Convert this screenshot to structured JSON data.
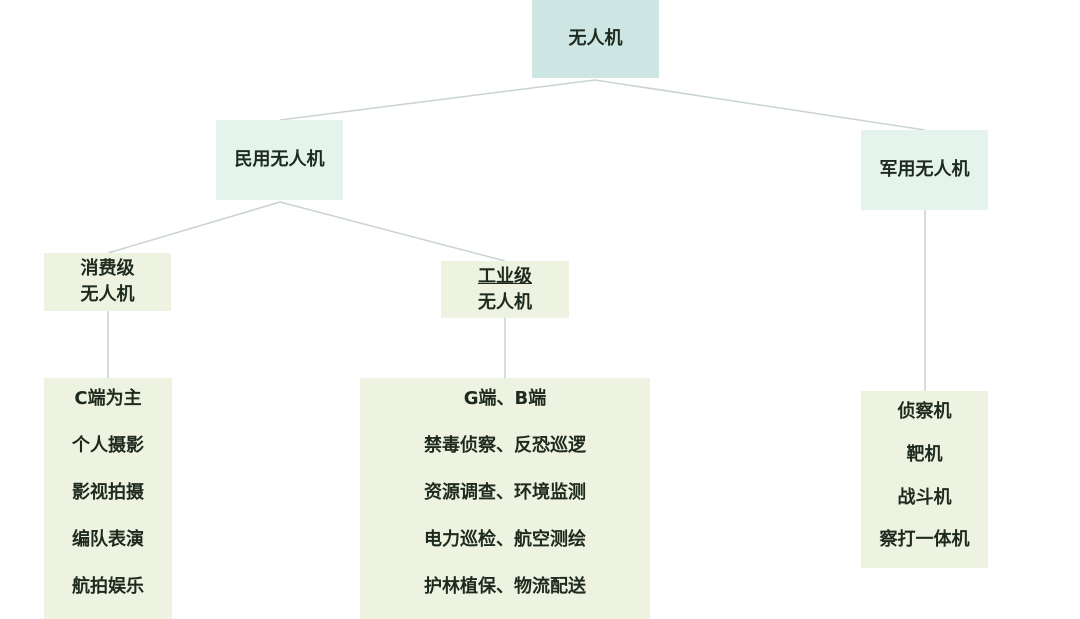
{
  "root": {
    "label": "无人机"
  },
  "civil": {
    "label": "民用无人机"
  },
  "military": {
    "label": "军用无人机",
    "items": [
      "侦察机",
      "靶机",
      "战斗机",
      "察打一体机"
    ]
  },
  "consumer": {
    "label_line1": "消费级",
    "label_line2": "无人机",
    "items": [
      "C端为主",
      "个人摄影",
      "影视拍摄",
      "编队表演",
      "航拍娱乐"
    ]
  },
  "industrial": {
    "label_line1": "工业级",
    "label_line2": "无人机",
    "items": [
      "G端、B端",
      "禁毒侦察、反恐巡逻",
      "资源调查、环境监测",
      "电力巡检、航空测绘",
      "护林植保、物流配送"
    ]
  }
}
